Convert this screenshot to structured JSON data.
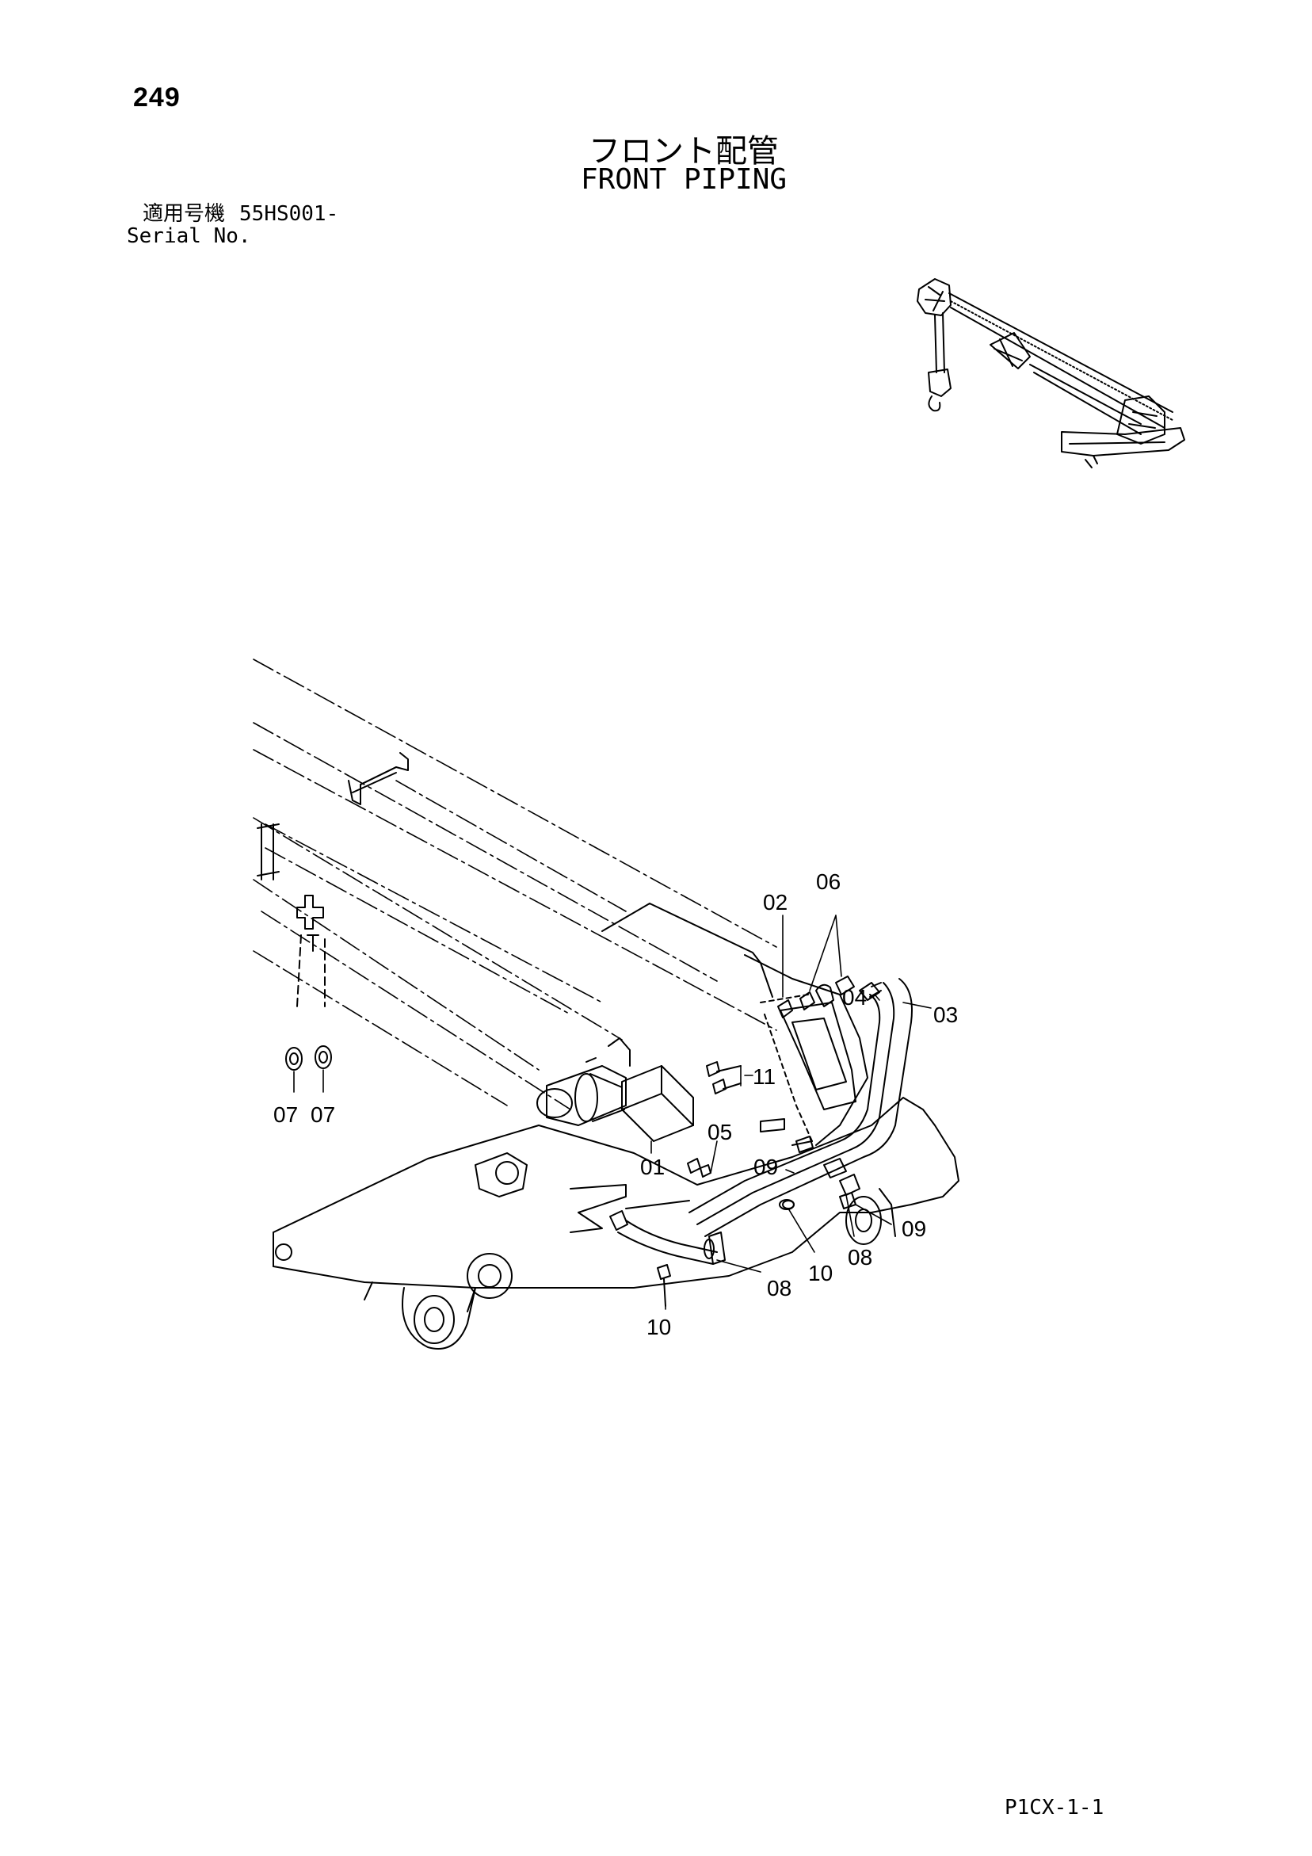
{
  "header": {
    "page_number": "249",
    "title_jp": "フロント配管",
    "title_en": "FRONT PIPING"
  },
  "serial": {
    "label_jp": "適用号機",
    "value": "55HS001-",
    "label_en": "Serial No."
  },
  "callouts": {
    "c02": "02",
    "c06": "06",
    "c04": "04",
    "c03": "03",
    "c11": "11",
    "c05": "05",
    "c01": "01",
    "c09a": "09",
    "c09b": "09",
    "c07a": "07",
    "c07b": "07",
    "c08a": "08",
    "c08b": "08",
    "c10a": "10",
    "c10b": "10"
  },
  "footer": {
    "code": "P1CX-1-1"
  }
}
